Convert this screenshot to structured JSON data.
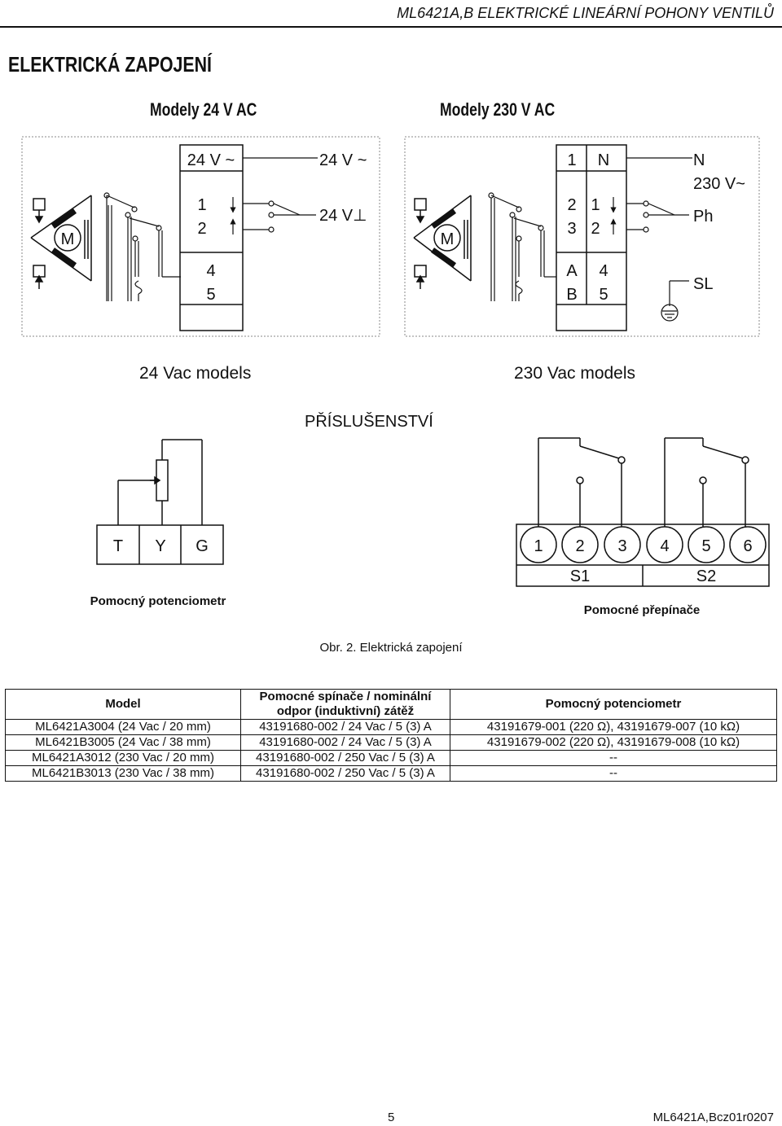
{
  "header": {
    "title": "ML6421A,B  ELEKTRICKÉ LINEÁRNÍ POHONY VENTILŮ"
  },
  "section_title": "ELEKTRICKÁ ZAPOJENÍ",
  "subheads": {
    "left": "Modely 24 V AC",
    "right": "Modely 230 V AC"
  },
  "wiring_24": {
    "motor": "M",
    "term_top": "24 V ~",
    "term_1": "1",
    "term_2": "2",
    "term_4": "4",
    "term_5": "5",
    "right_top": "24 V ~",
    "right_mid": "24 V⊥"
  },
  "wiring_230": {
    "motor": "M",
    "col_a": [
      "1",
      "2",
      "3",
      "A",
      "B"
    ],
    "col_b": [
      "N",
      "1",
      "2",
      "4",
      "5"
    ],
    "right_n": "N",
    "right_v": "230 V~",
    "right_ph": "Ph",
    "right_sl": "SL"
  },
  "captions": {
    "left": "24 Vac models",
    "right": "230 Vac models"
  },
  "accessories_title": "PŘÍSLUŠENSTVÍ",
  "potentiometer": {
    "terminals": [
      "T",
      "Y",
      "G"
    ],
    "label": "Pomocný potenciometr"
  },
  "switches": {
    "terminals": [
      "1",
      "2",
      "3",
      "4",
      "5",
      "6"
    ],
    "groups": [
      "S1",
      "S2"
    ],
    "label": "Pomocné přepínače"
  },
  "figure_caption": "Obr. 2. Elektrická zapojení",
  "table": {
    "headers": [
      "Model",
      "Pomocné spínače / nominální",
      "odpor (induktivní) zátěž",
      "Pomocný potenciometr"
    ],
    "rows": [
      [
        "ML6421A3004 (24 Vac / 20 mm)",
        "43191680-002 / 24 Vac / 5 (3) A",
        "43191679-001 (220 Ω), 43191679-007 (10 kΩ)"
      ],
      [
        "ML6421B3005 (24 Vac / 38 mm)",
        "43191680-002 / 24 Vac / 5 (3) A",
        "43191679-002 (220 Ω), 43191679-008 (10 kΩ)"
      ],
      [
        "ML6421A3012 (230 Vac / 20 mm)",
        "43191680-002 / 250 Vac / 5 (3) A",
        "--"
      ],
      [
        "ML6421B3013 (230 Vac / 38 mm)",
        "43191680-002 / 250 Vac / 5 (3) A",
        "--"
      ]
    ]
  },
  "footer": {
    "page": "5",
    "code": "ML6421A,Bcz01r0207"
  }
}
